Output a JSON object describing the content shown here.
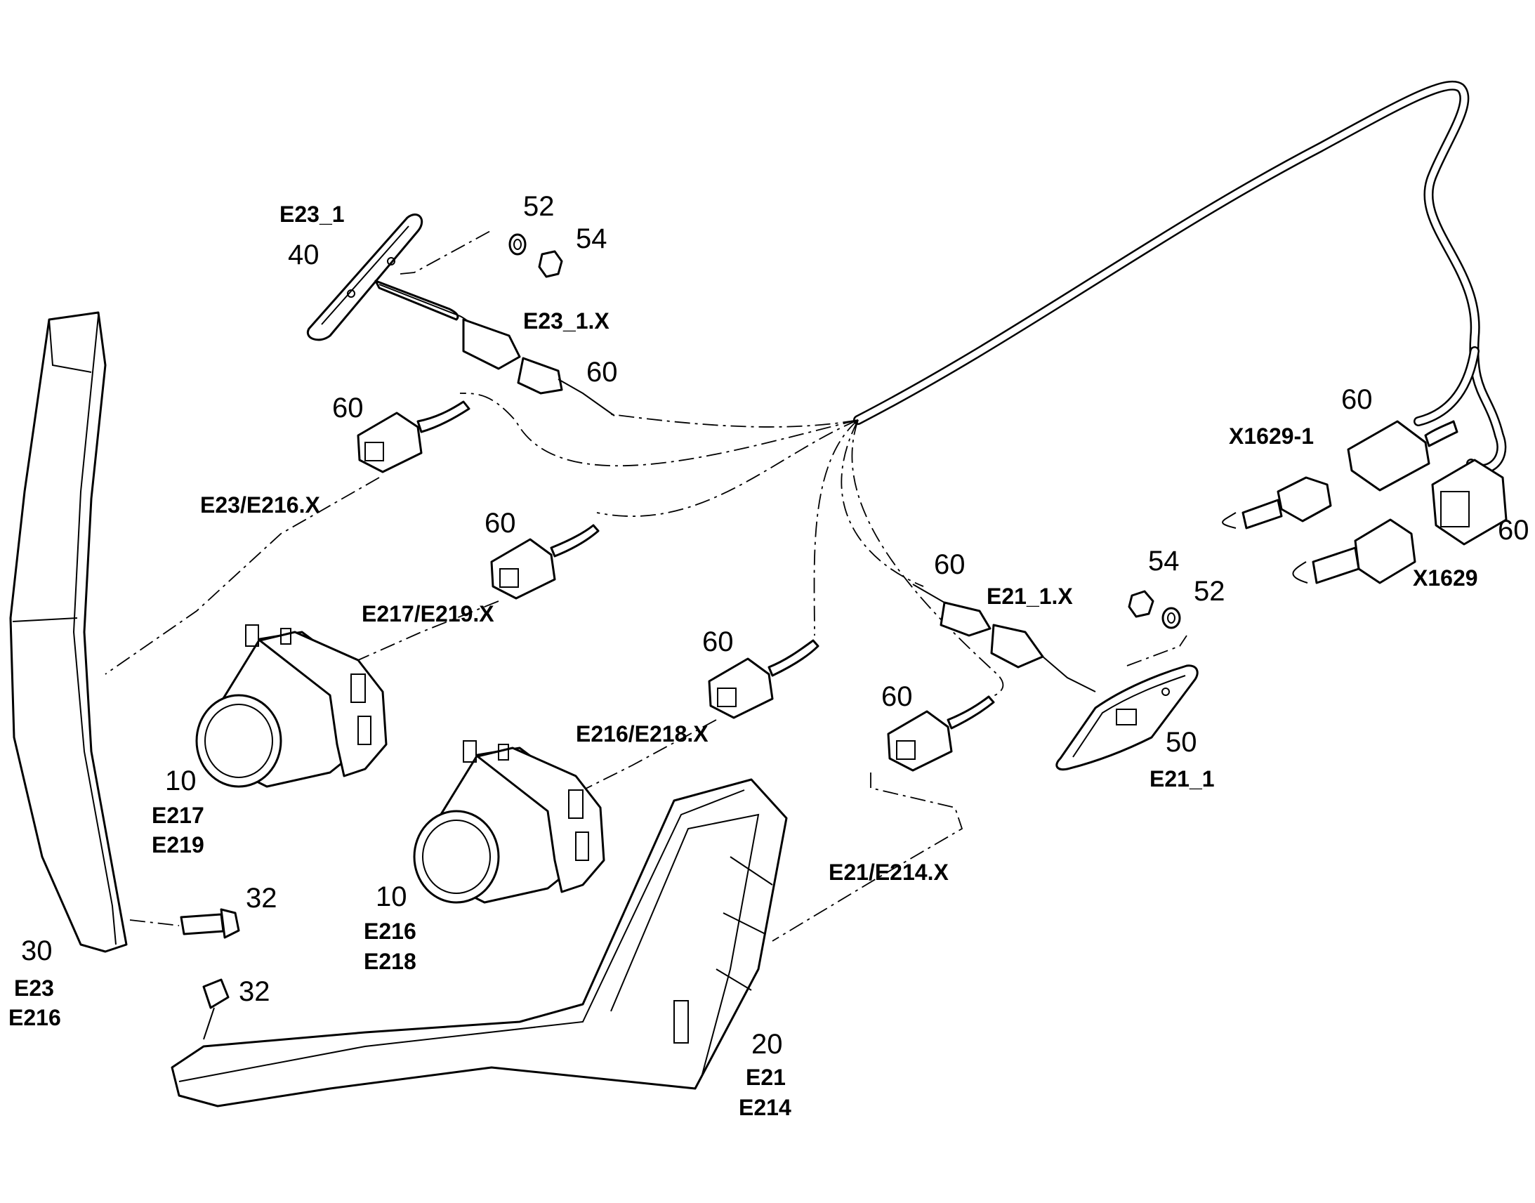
{
  "callouts": {
    "lamp_E23_1": {
      "code": "E23_1",
      "num": "40"
    },
    "washer_top": "52",
    "nut_top": "54",
    "conn_E23_1X": {
      "code": "E23_1.X",
      "num": "60"
    },
    "conn_E23_E216": {
      "code": "E23/E216.X",
      "num": "60"
    },
    "conn_E217_E219": {
      "code": "E217/E219.X",
      "num": "60"
    },
    "conn_E216_E218": {
      "code": "E216/E218.X",
      "num": "60"
    },
    "conn_E21_1X": {
      "code": "E21_1.X",
      "num": "60"
    },
    "conn_E21_E214": {
      "code": "E21/E214.X",
      "num": "60"
    },
    "conn_X1629_1": {
      "code": "X1629-1",
      "num": "60"
    },
    "conn_X1629": {
      "code": "X1629",
      "num": "60"
    },
    "nut_right": "54",
    "washer_right": "52",
    "lamp_E21_1": {
      "num": "50",
      "code": "E21_1"
    },
    "headlamp_left": {
      "num": "10",
      "codes": [
        "E217",
        "E219"
      ]
    },
    "headlamp_right": {
      "num": "10",
      "codes": [
        "E216",
        "E218"
      ]
    },
    "strip_left": {
      "num": "30",
      "codes": [
        "E23",
        "E216"
      ]
    },
    "screw_upper": "32",
    "screw_lower": "32",
    "strip_bottom": {
      "num": "20",
      "codes": [
        "E21",
        "E214"
      ]
    }
  }
}
